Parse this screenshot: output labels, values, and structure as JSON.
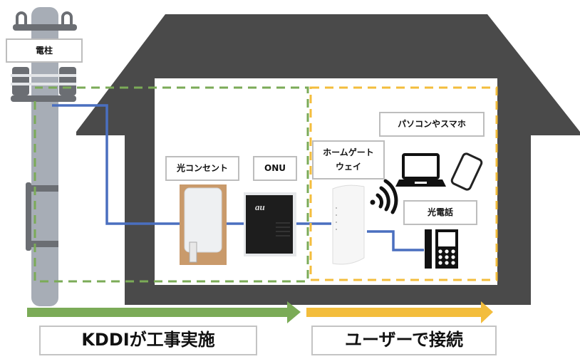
{
  "colors": {
    "house": "#4a4a4a",
    "pole": "#a7adb6",
    "pole_dark": "#6b6e73",
    "fiber_line": "#4a6fbf",
    "kddi_green": "#7bab57",
    "user_yellow": "#f3bd3c"
  },
  "labels": {
    "pole": "電柱",
    "optical_outlet": "光コンセント",
    "onu": "ONU",
    "home_gateway_line1": "ホームゲート",
    "home_gateway_line2": "ウェイ",
    "pc_smartphone": "パソコンやスマホ",
    "optical_phone": "光電話"
  },
  "legend": {
    "kddi": "KDDIが工事実施",
    "user": "ユーザーで接続"
  },
  "icons": {
    "laptop": "laptop-icon",
    "smartphone": "smartphone-icon",
    "wifi": "wifi-icon",
    "phone": "phone-icon"
  }
}
